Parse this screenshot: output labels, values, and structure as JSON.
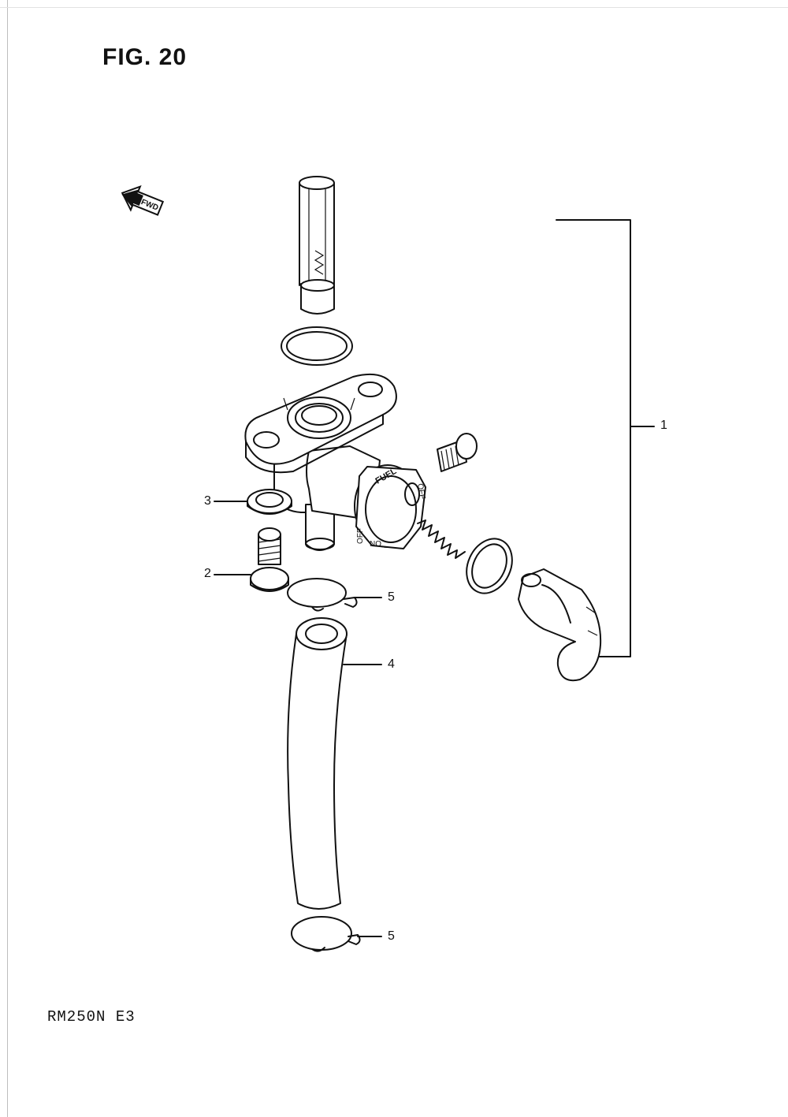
{
  "figure": {
    "title": "FIG. 20"
  },
  "fwd_badge": {
    "label": "FWD"
  },
  "model": {
    "code": "RM250N  E3"
  },
  "valve_labels": {
    "fuel": "FUEL",
    "off": "OFF",
    "on": "ON"
  },
  "callouts": [
    {
      "number": "1",
      "part": "fuel-valve-assembly"
    },
    {
      "number": "2",
      "part": "union-bolt"
    },
    {
      "number": "3",
      "part": "gasket"
    },
    {
      "number": "4",
      "part": "fuel-hose"
    },
    {
      "number": "5",
      "part": "upper-hose-clamp"
    },
    {
      "number": "5",
      "part": "lower-hose-clamp"
    }
  ]
}
